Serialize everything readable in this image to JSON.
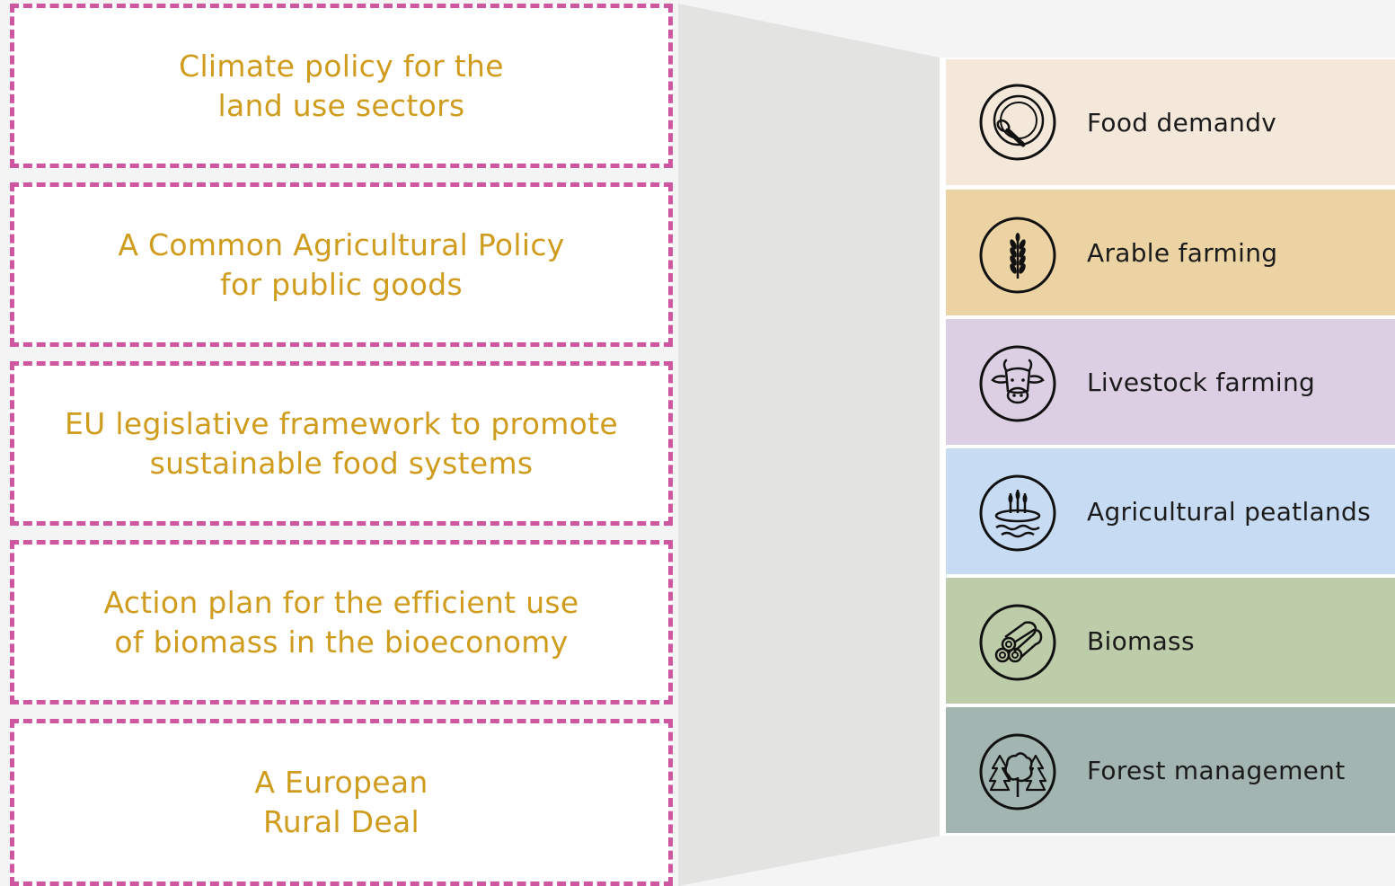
{
  "colors": {
    "policy_text": "#cf9c1d",
    "policy_border": "#cf57a0",
    "connector": "#e3e3e1"
  },
  "policies": [
    {
      "label": "Climate policy for the\nland use sectors"
    },
    {
      "label": "A Common Agricultural Policy\nfor public goods"
    },
    {
      "label": "EU legislative framework to promote\nsustainable food systems"
    },
    {
      "label": "Action plan for the efficient use\nof biomass in the bioeconomy"
    },
    {
      "label": "A European\nRural Deal"
    }
  ],
  "sectors": [
    {
      "label": "Food demandv",
      "icon": "plate-spoon-icon",
      "color": "#f4e8db"
    },
    {
      "label": "Arable farming",
      "icon": "wheat-icon",
      "color": "#ecd3a4"
    },
    {
      "label": "Livestock farming",
      "icon": "cow-icon",
      "color": "#dccfe3"
    },
    {
      "label": "Agricultural peatlands",
      "icon": "wetland-reeds-icon",
      "color": "#c7dcf3"
    },
    {
      "label": "Biomass",
      "icon": "logs-icon",
      "color": "#bdcca9"
    },
    {
      "label": "Forest management",
      "icon": "trees-icon",
      "color": "#a3b5b1"
    }
  ]
}
